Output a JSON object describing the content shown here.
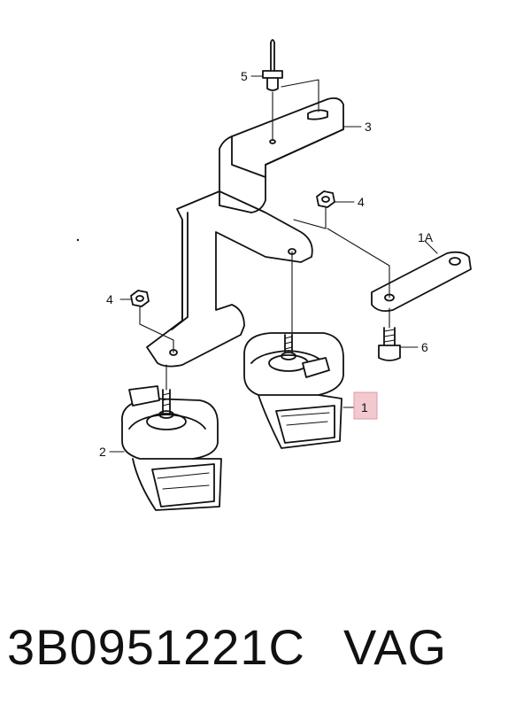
{
  "callouts": {
    "c1": "1",
    "c1a": "1A",
    "c2": "2",
    "c3": "3",
    "c4a": "4",
    "c4b": "4",
    "c5": "5",
    "c6": "6"
  },
  "highlight_color": "#f2c9cf",
  "caption": {
    "part_number": "3B0951221C",
    "brand": "VAG"
  }
}
